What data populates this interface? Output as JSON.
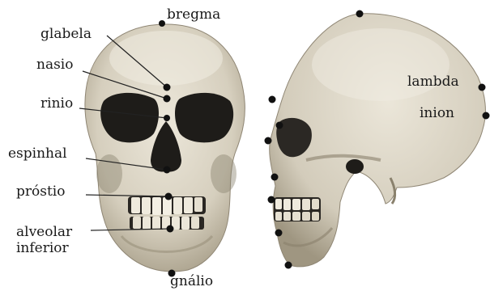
{
  "labels": {
    "bregma": "bregma",
    "glabela": "glabela",
    "nasio": "nasio",
    "rinio": "rinio",
    "espinhal": "espinhal",
    "prostio": "próstio",
    "alveolar_inferior": "alveolar\ninferior",
    "gnalio": "gnálio",
    "lambda": "lambda",
    "inion": "inion"
  },
  "colors": {
    "bone": "#d9d2c2",
    "bone_shadow": "#a89f8b",
    "cavity": "#1e1c19",
    "point": "#111111",
    "leader": "#222222"
  }
}
